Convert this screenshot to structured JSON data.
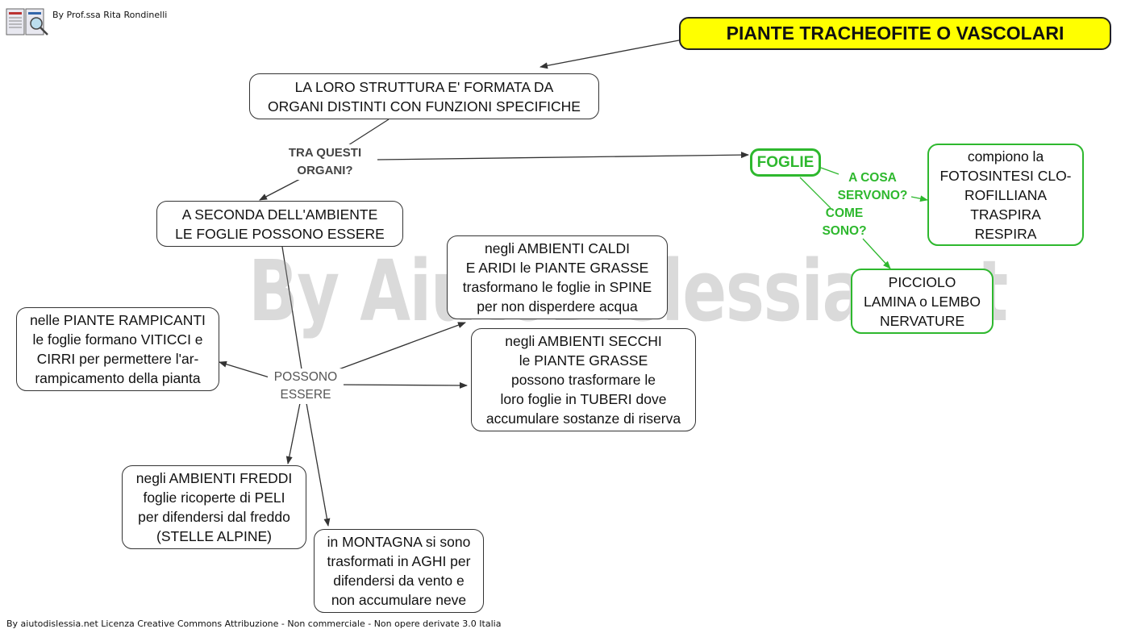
{
  "author": "By Prof.ssa Rita Rondinelli",
  "logo_icon": "book-magnifier-icon",
  "title": "PIANTE TRACHEOFITE O VASCOLARI",
  "watermark": "By AiutoDislessia.net",
  "footer": "By aiutodislessia.net Licenza Creative Commons Attribuzione - Non commerciale - Non opere derivate 3.0 Italia",
  "colors": {
    "title_bg": "#ffff00",
    "green": "#2eb82e",
    "border": "#333333"
  },
  "nodes": {
    "struttura": [
      "LA LORO STRUTTURA E' FORMATA DA",
      "ORGANI DISTINTI CON FUNZIONI SPECIFICHE"
    ],
    "foglie": "FOGLIE",
    "funzioni": [
      "compiono la",
      "FOTOSINTESI CLO-",
      "ROFILLIANA",
      "TRASPIRA",
      "RESPIRA"
    ],
    "parti": [
      "PICCIOLO",
      "LAMINA o LEMBO",
      "NERVATURE"
    ],
    "ambiente": [
      "A SECONDA DELL'AMBIENTE",
      "LE FOGLIE POSSONO ESSERE"
    ],
    "caldi": [
      "negli AMBIENTI CALDI",
      "E ARIDI le PIANTE GRASSE",
      "trasformano le foglie in SPINE",
      "per non disperdere acqua"
    ],
    "secchi": [
      "negli AMBIENTI SECCHI",
      "le PIANTE GRASSE",
      "possono trasformare le",
      "loro foglie in TUBERI dove",
      "accumulare sostanze di riserva"
    ],
    "rampicanti": [
      "nelle PIANTE RAMPICANTI",
      "le foglie formano VITICCI e",
      "CIRRI per permettere l'ar-",
      "rampicamento della pianta"
    ],
    "freddi": [
      "negli AMBIENTI FREDDI",
      "foglie ricoperte di PELI",
      "per difendersi dal freddo",
      "(STELLE ALPINE)"
    ],
    "montagna": [
      "in MONTAGNA si sono",
      "trasformati in AGHI per",
      "difendersi da vento e",
      "non accumulare neve"
    ]
  },
  "links": {
    "tra_questi": [
      "TRA QUESTI",
      "ORGANI?"
    ],
    "a_cosa": [
      "A COSA",
      "SERVONO?"
    ],
    "come_sono": [
      "COME",
      "SONO?"
    ],
    "possono": [
      "POSSONO",
      "ESSERE"
    ]
  }
}
